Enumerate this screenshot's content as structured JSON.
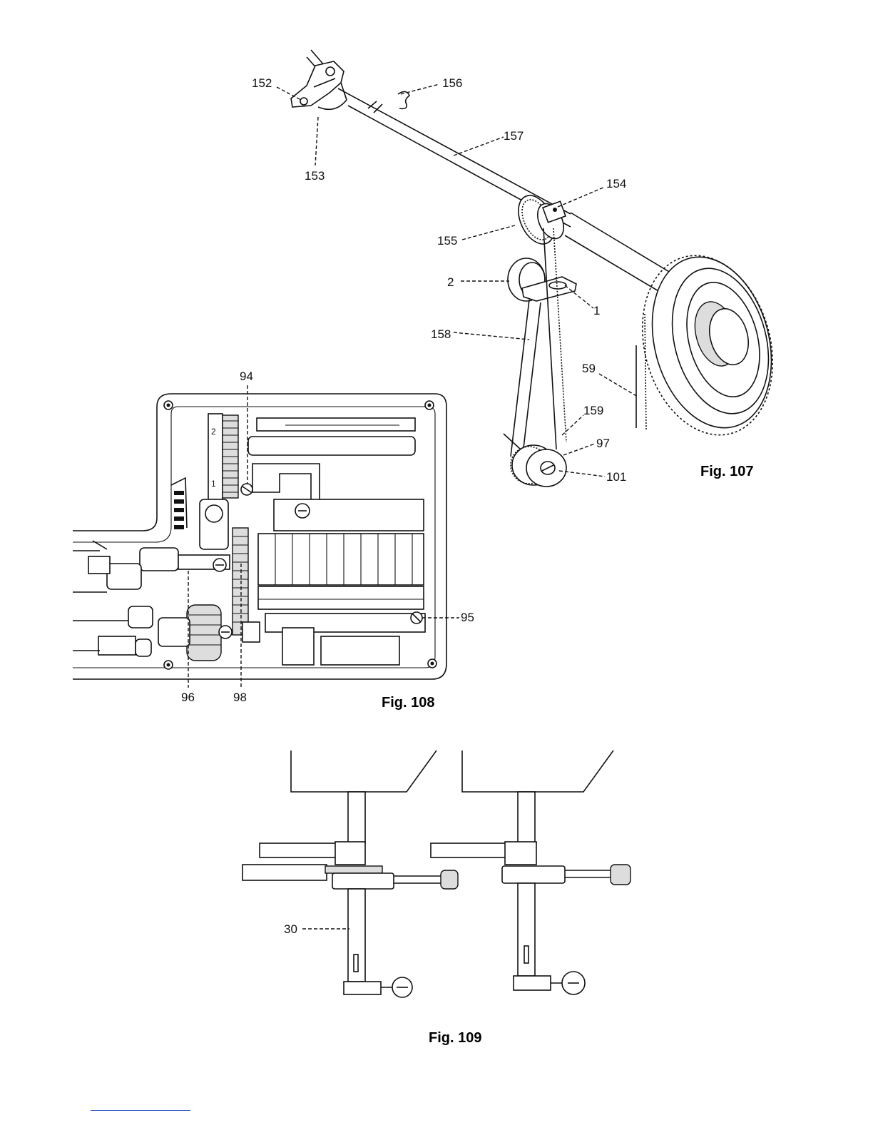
{
  "figures": [
    {
      "id": "fig107",
      "caption": "Fig. 107",
      "labels": [
        "152",
        "156",
        "157",
        "153",
        "154",
        "155",
        "2",
        "1",
        "158",
        "59",
        "159",
        "97",
        "101"
      ]
    },
    {
      "id": "fig108",
      "caption": "Fig. 108",
      "labels": [
        "94",
        "95",
        "96",
        "98"
      ],
      "dial_marks": [
        "2",
        "1"
      ]
    },
    {
      "id": "fig109",
      "caption": "Fig. 109",
      "labels": [
        "30"
      ]
    }
  ]
}
